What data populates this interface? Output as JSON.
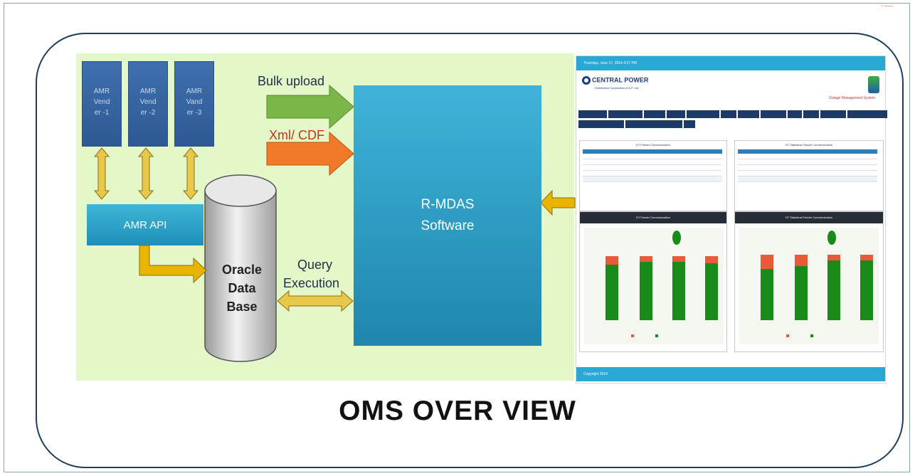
{
  "vendors": [
    {
      "line1": "AMR",
      "line2": "Vend",
      "line3": "er -1"
    },
    {
      "line1": "AMR",
      "line2": "Vend",
      "line3": "er -2"
    },
    {
      "line1": "AMR",
      "line2": "Vand",
      "line3": "er -3"
    }
  ],
  "amr_api": "AMR API",
  "database": {
    "line1": "Oracle",
    "line2": "Data",
    "line3": "Base"
  },
  "rmdas": {
    "line1": "R-MDAS",
    "line2": "Software"
  },
  "labels": {
    "bulk_upload": "Bulk upload",
    "xml_cdf": "Xml/ CDF",
    "query": "Query",
    "execution": "Execution"
  },
  "screenshot": {
    "brand": "CENTRAL POWER",
    "brand_sub": "Distribution Corporation of A.P. Ltd.",
    "topbar_text": "Thursday, June 17, 2014 4:17 PM",
    "app_name": "Outage Management System",
    "table1_title": "DT Feeder Communication",
    "table2_title": "DT Statistical Feeder Communication",
    "chart1_title": "DT Feeder Communication",
    "chart2_title": "DT Statistical Feeder Communication",
    "footer_text": "Copyright 2014"
  },
  "title": "OMS OVER VIEW",
  "colors": {
    "box_blue": "#2d5a94",
    "cyan": "#1f86ae",
    "green_arrow": "#7ab648",
    "orange_arrow": "#f07a2a",
    "gold_arrow": "#e8b400",
    "bar_green": "#1a8a1a",
    "bar_red": "#e85a3a"
  }
}
